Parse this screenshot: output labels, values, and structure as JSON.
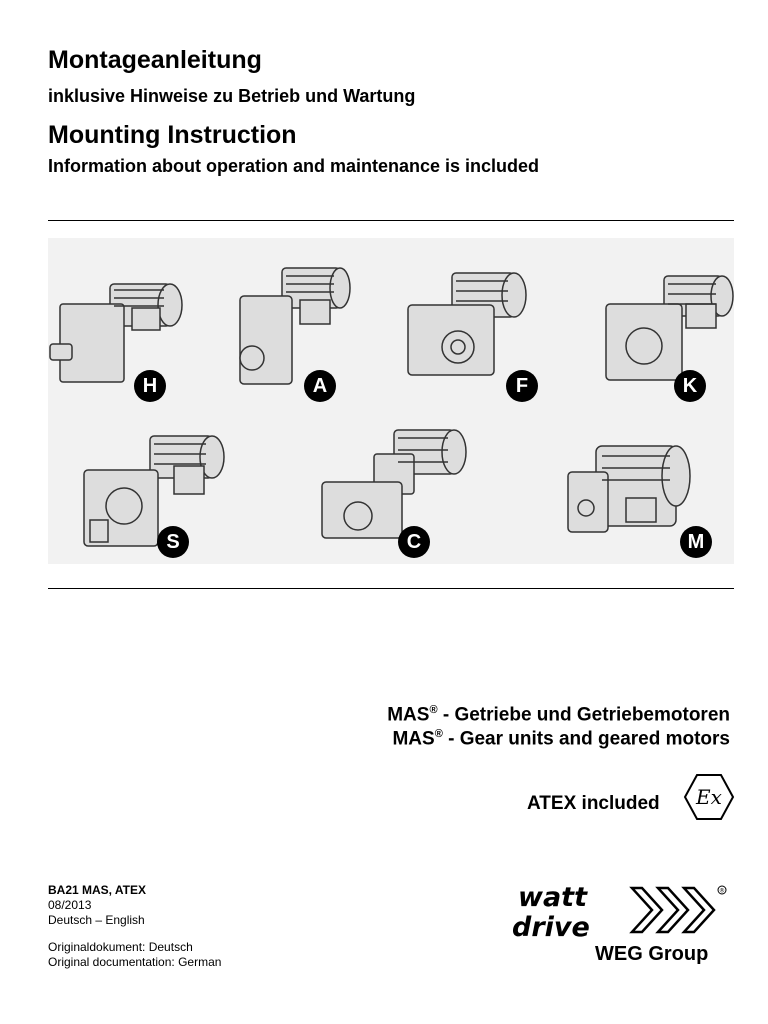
{
  "title_de": "Montageanleitung",
  "subtitle_de": "inklusive Hinweise zu Betrieb und Wartung",
  "title_en": "Mounting Instruction",
  "subtitle_en": "Information about operation and maintenance is included",
  "gear_units": [
    {
      "letter": "H",
      "icon": "helical-gear-motor-icon"
    },
    {
      "letter": "A",
      "icon": "parallel-shaft-gear-motor-icon"
    },
    {
      "letter": "F",
      "icon": "flat-gear-motor-icon"
    },
    {
      "letter": "K",
      "icon": "bevel-gear-motor-icon"
    },
    {
      "letter": "S",
      "icon": "worm-gear-motor-icon"
    },
    {
      "letter": "C",
      "icon": "helical-bevel-gear-motor-icon"
    },
    {
      "letter": "M",
      "icon": "motor-icon"
    }
  ],
  "product": {
    "line1_brand": "MAS",
    "line1_reg": "®",
    "line1_text": " - Getriebe und Getriebemotoren",
    "line2_brand": "MAS",
    "line2_reg": "®",
    "line2_text": " - Gear units and geared motors"
  },
  "atex_label": "ATEX included",
  "ex_symbol": "Ex",
  "doc_info": {
    "code": "BA21 MAS, ATEX",
    "date": "08/2013",
    "languages": "Deutsch – English",
    "original_de": "Originaldokument: Deutsch",
    "original_en": "Original documentation: German"
  },
  "logo": {
    "line1": "watt",
    "line2": "drive",
    "reg": "®",
    "group": "WEG Group"
  }
}
